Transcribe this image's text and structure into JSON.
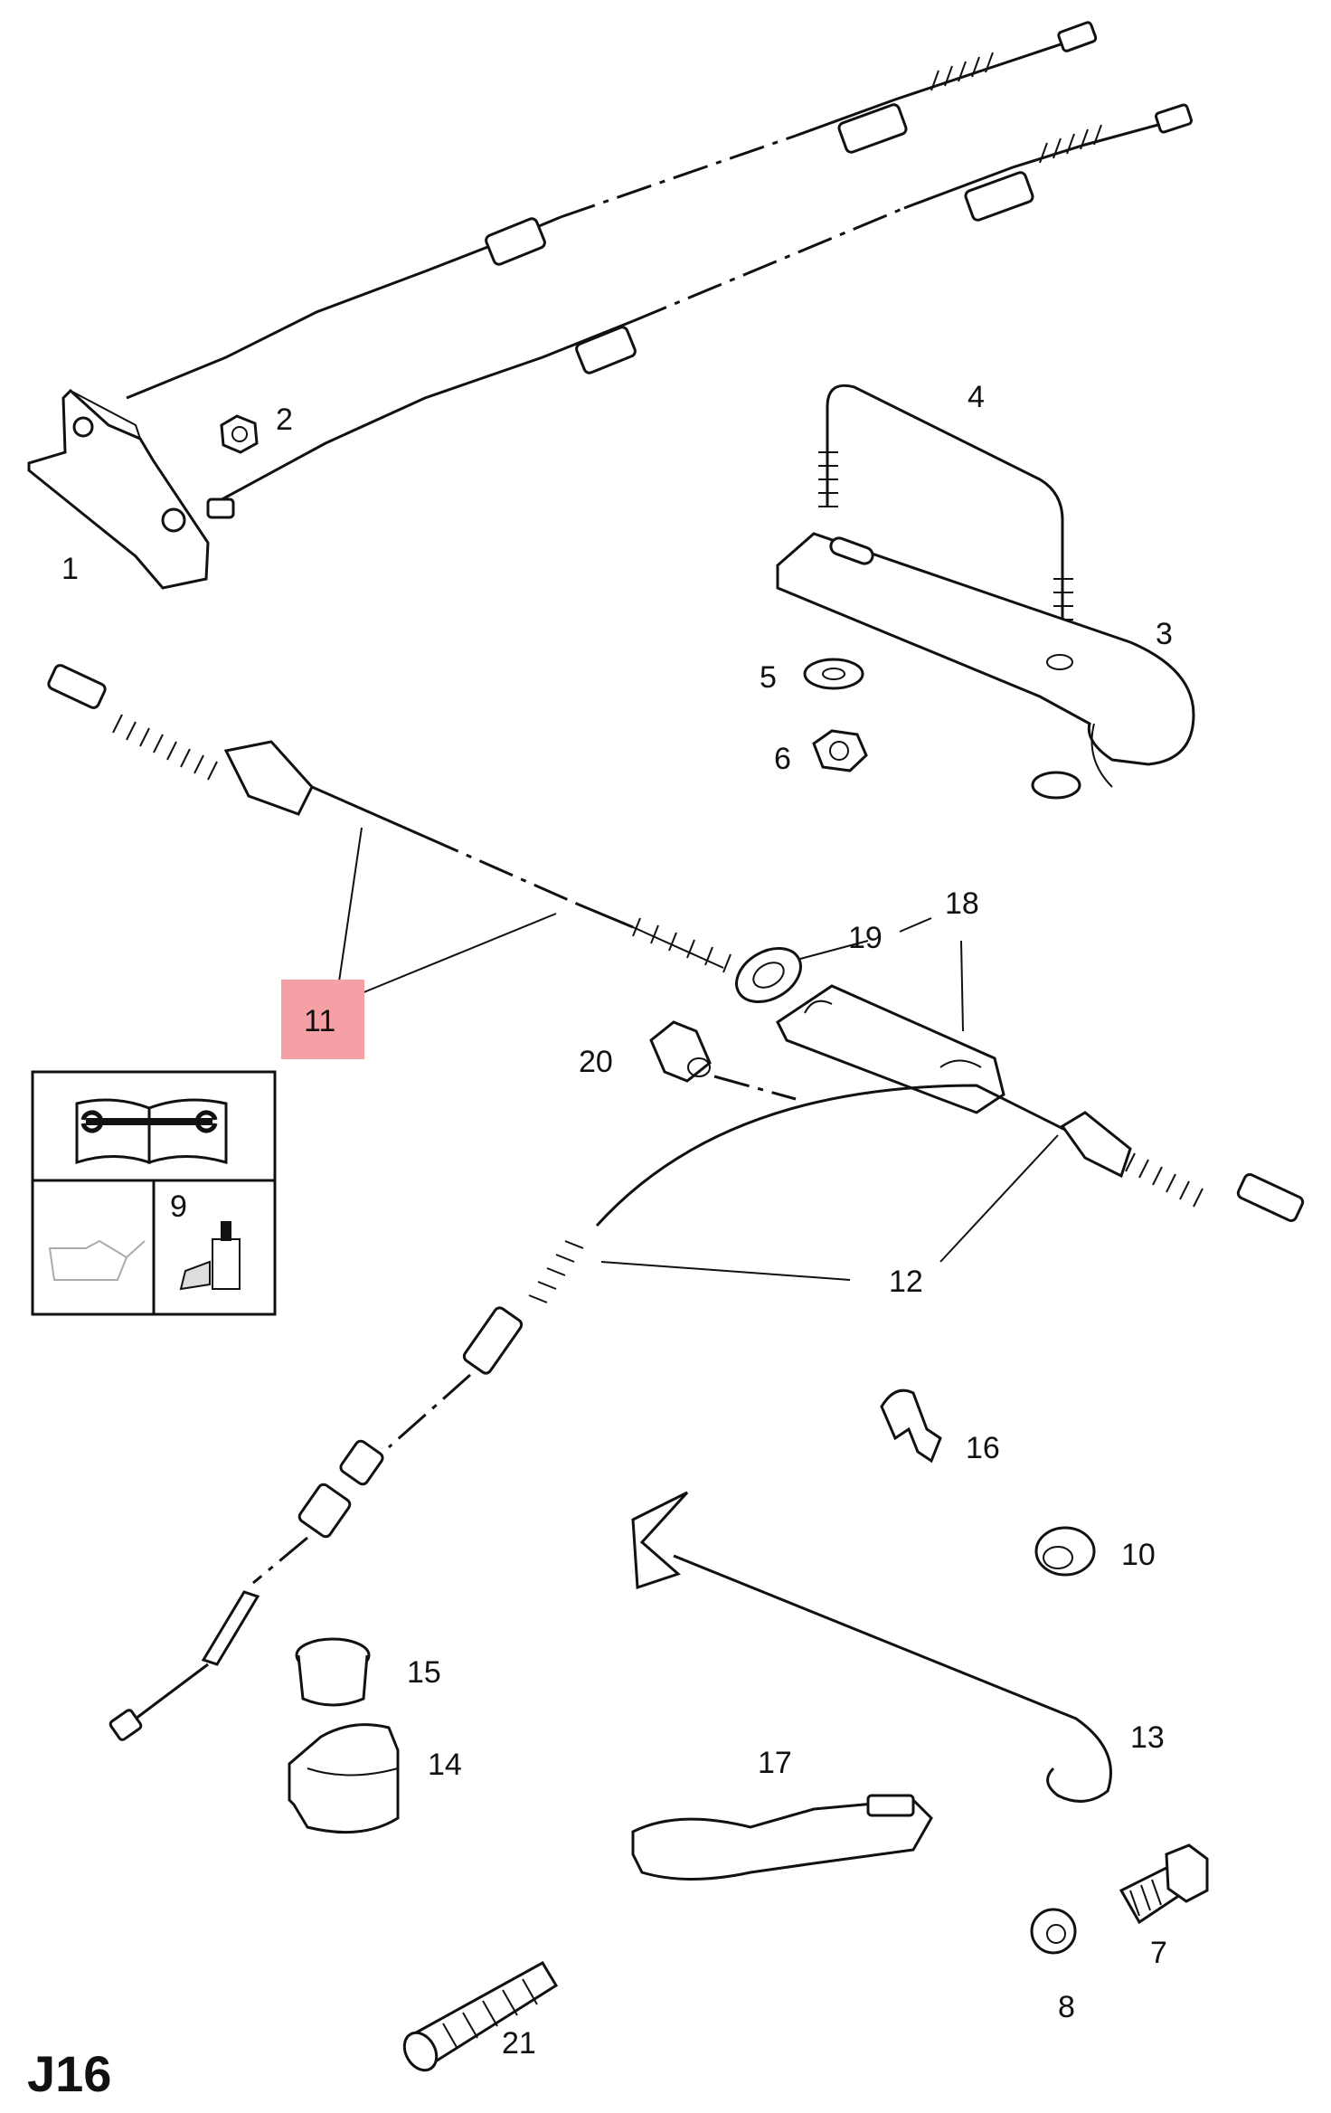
{
  "diagram": {
    "code": "J16",
    "highlight_color": "#f4a0a4",
    "icon_names": [
      "manual-book-wrench-icon",
      "oil-can-icon",
      "grease-tube-icon"
    ],
    "callouts": [
      {
        "id": "1",
        "label": "1"
      },
      {
        "id": "2",
        "label": "2"
      },
      {
        "id": "3",
        "label": "3"
      },
      {
        "id": "4",
        "label": "4"
      },
      {
        "id": "5",
        "label": "5"
      },
      {
        "id": "6",
        "label": "6"
      },
      {
        "id": "7",
        "label": "7"
      },
      {
        "id": "8",
        "label": "8"
      },
      {
        "id": "9",
        "label": "9"
      },
      {
        "id": "10",
        "label": "10"
      },
      {
        "id": "11",
        "label": "11",
        "highlighted": true
      },
      {
        "id": "12",
        "label": "12"
      },
      {
        "id": "13",
        "label": "13"
      },
      {
        "id": "14",
        "label": "14"
      },
      {
        "id": "15",
        "label": "15"
      },
      {
        "id": "16",
        "label": "16"
      },
      {
        "id": "17",
        "label": "17"
      },
      {
        "id": "18",
        "label": "18"
      },
      {
        "id": "19",
        "label": "19"
      },
      {
        "id": "20",
        "label": "20"
      },
      {
        "id": "21",
        "label": "21"
      }
    ]
  }
}
